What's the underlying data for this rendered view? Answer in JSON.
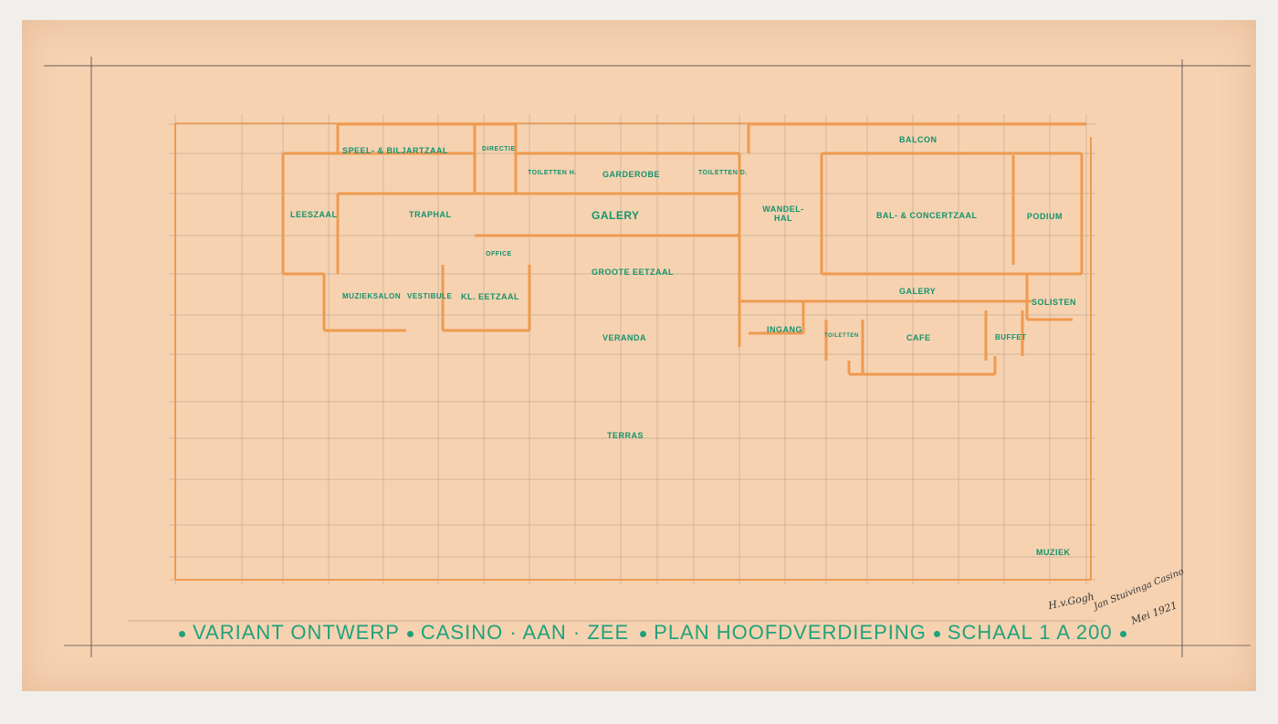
{
  "rooms": {
    "speel_biljartzaal": "SPEEL- & BILJARTZAAL",
    "directie": "DIRECTIE",
    "toiletten_h": "TOILETTEN H.",
    "garderobe": "GARDEROBE",
    "toiletten_d": "TOILETTEN D.",
    "leeszaal": "LEESZAAL",
    "traphal": "TRAPHAL",
    "galery": "GALERY",
    "office": "OFFICE",
    "groote_eetzaal": "GROOTE EETZAAL",
    "muziekzalon": "MUZIEKSALON",
    "vestibule": "VESTIBULE",
    "kl_eetzaal": "KL. EETZAAL",
    "veranda": "VERANDA",
    "wandelhal": "WANDEL-HAL",
    "balcon": "BALCON",
    "bal_concertzaal": "BAL- & CONCERTZAAL",
    "podium": "PODIUM",
    "galery2": "GALERY",
    "solisten": "SOLISTEN",
    "ingang": "INGANG",
    "toiletten": "TOILETTEN",
    "cafe": "CAFE",
    "buffet": "BUFFET",
    "terras": "TERRAS",
    "muziek": "MUZIEK"
  },
  "title_block": {
    "variant": "VARIANT ONTWERP",
    "project": "CASINO · AAN · ZEE",
    "sheet": "PLAN HOOFDVERDIEPING",
    "scale": "SCHAAL 1 A 200"
  },
  "signatures": {
    "sig1": "H.v.Gogh",
    "sig2": "Jan Stuivinga Casino",
    "date": "Mei 1921"
  },
  "colors": {
    "paper": "#f6d2b1",
    "walls": "#ef9a4f",
    "lettering": "#13936c",
    "pencil": "#7a6f66"
  }
}
